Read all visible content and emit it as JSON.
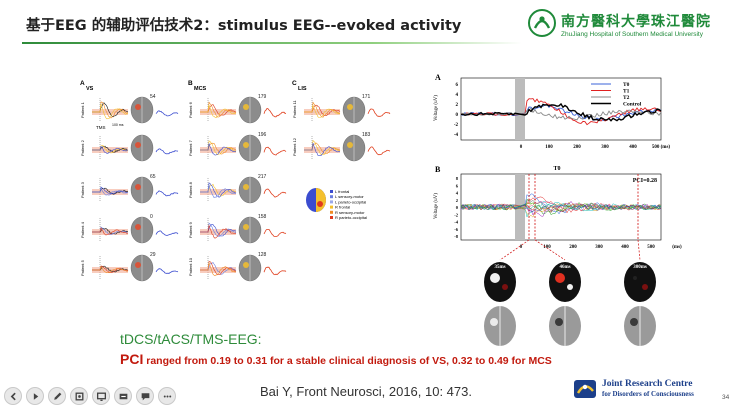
{
  "slide": {
    "title": "基于EEG 的辅助评估技术2：stimulus EEG--evoked activity",
    "logo": {
      "name_cn": "南方醫科大學珠江醫院",
      "name_en": "ZhuJiang Hospital of Southern Medical University"
    },
    "subtitle": "tDCS/tACS/TMS-EEG:",
    "pci_lead": "PCI",
    "pci_text": " ranged from 0.19 to 0.31 for a stable clinical diagnosis of VS,  0.32 to 0.49 for MCS",
    "citation": "Bai Y, Front Neurosci, 2016, 10: 473.",
    "jrc": {
      "line1": "Joint Research Centre",
      "line2": "for Disorders of Consciousness"
    },
    "page_number": "34"
  },
  "figure_left": {
    "panels": [
      {
        "letter": "A",
        "label": "VS",
        "rows": [
          "Patient 1",
          "Patient 2",
          "Patient 3",
          "Patient 4",
          "Patient 5"
        ],
        "values": [
          "54",
          "",
          "65",
          "0",
          "29"
        ]
      },
      {
        "letter": "B",
        "label": "MCS",
        "rows": [
          "Patient 6",
          "Patient 7",
          "Patient 8",
          "Patient 9",
          "Patient 10"
        ],
        "values": [
          "179",
          "196",
          "217",
          "158",
          "128"
        ]
      },
      {
        "letter": "C",
        "label": "LIS",
        "rows": [
          "Patient 11",
          "Patient 12"
        ],
        "values": [
          "171",
          "183"
        ]
      }
    ],
    "tms_label": "TMS",
    "scale_label": "100 ms",
    "legend": [
      {
        "label": "L frontal",
        "color": "#3b4ccf"
      },
      {
        "label": "L sensory-motor",
        "color": "#6a7de0"
      },
      {
        "label": "L parieto-occipital",
        "color": "#9aa8ea"
      },
      {
        "label": "R frontal",
        "color": "#f4c02c"
      },
      {
        "label": "R sensory-motor",
        "color": "#f08a24"
      },
      {
        "label": "R parieto-occipital",
        "color": "#e03a1e"
      }
    ]
  },
  "figure_right": {
    "panel_a": {
      "letter": "A",
      "ylabel": "Voltage (uV)",
      "yticks": [
        "6",
        "4",
        "2",
        "0",
        "-2",
        "-4"
      ],
      "xticks": [
        "0",
        "100",
        "200",
        "300",
        "400",
        "500 (ms)"
      ],
      "legend": [
        {
          "label": "T0",
          "color": "#3b63d8"
        },
        {
          "label": "T1",
          "color": "#e02020"
        },
        {
          "label": "T2",
          "color": "#888888"
        },
        {
          "label": "Control",
          "color": "#000000"
        }
      ]
    },
    "panel_b": {
      "letter": "B",
      "title": "T0",
      "pci": "PCI=0.28",
      "ylabel": "Voltage (uV)",
      "yticks": [
        "8",
        "6",
        "4",
        "2",
        "0",
        "-2",
        "-4",
        "-6",
        "-8"
      ],
      "xticks": [
        "0",
        "100",
        "200",
        "300",
        "400",
        "500",
        "(ms)"
      ]
    },
    "brain_maps": [
      "35ms",
      "46ms",
      "300ms"
    ]
  },
  "toolbar": [
    "prev-button",
    "next-button",
    "pen-button",
    "pointer-button",
    "screen-button",
    "subtitle-button",
    "comment-button",
    "more-button"
  ]
}
